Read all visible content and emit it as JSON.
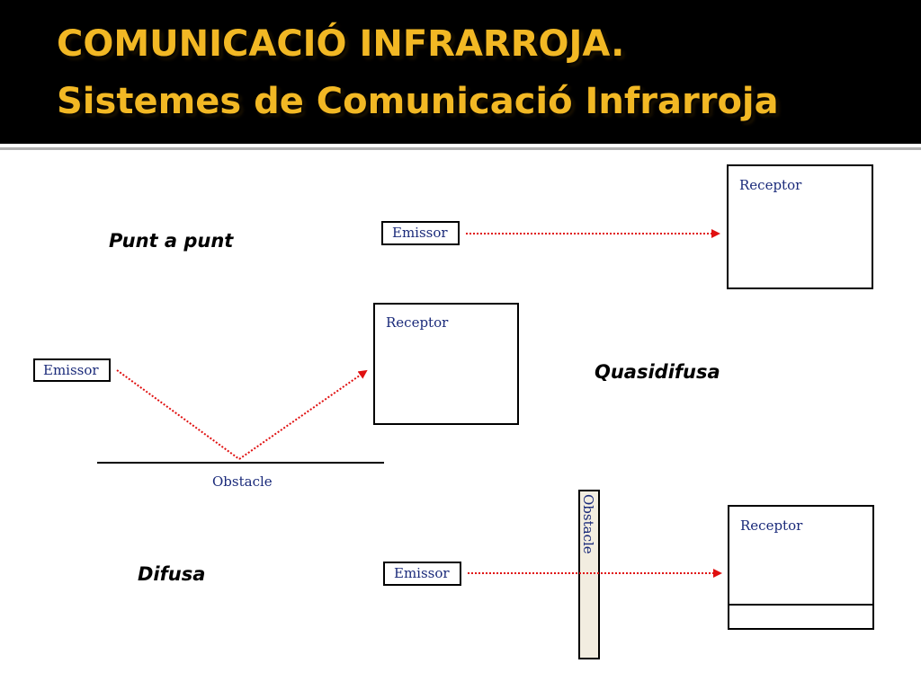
{
  "slide": {
    "title_line1": "COMUNICACIÓ INFRARROJA.",
    "title_line2": "Sistemes de Comunicació Infrarroja",
    "accent_color": "#f2b824",
    "arrow_color": "#e01010",
    "box_text_color": "#1a2a7a"
  },
  "modes": {
    "point_to_point": "Punt a punt",
    "quasi_diffuse": "Quasidifusa",
    "diffuse": "Difusa"
  },
  "labels": {
    "emitter": "Emissor",
    "receiver": "Receptor",
    "obstacle": "Obstacle"
  }
}
